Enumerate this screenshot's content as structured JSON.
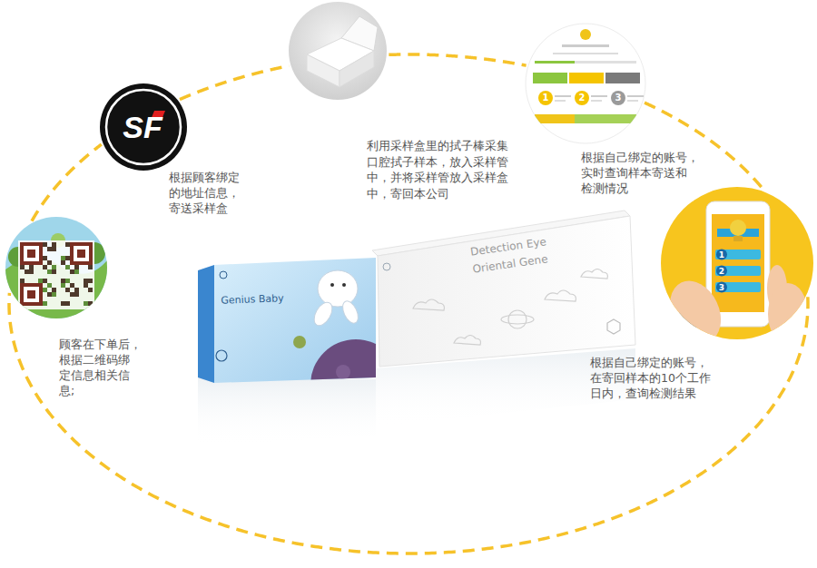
{
  "diagram": {
    "nodes": [
      {
        "text": [
          "顾客在下单后， 根据二维码绑 定信息相关信 息;"
        ]
      },
      {
        "text": [
          "根据顾客绑定 的地址信息， 寄送采样盒"
        ]
      },
      {
        "text": [
          "利用采样盒里的拭子棒采集 口腔拭子样本，放入采样管 中，并将采样管放入采样盒 中，寄回本公司"
        ]
      },
      {
        "text": [
          "根据自己绑定的账号， 实时查询样本寄送和 检测情况"
        ]
      },
      {
        "text": [
          "根据自己绑定的账号， 在寄回样本的10个工作 日内，查询检测结果"
        ]
      }
    ],
    "edges": [
      {
        "from": 0,
        "to": 1,
        "arrow": "none"
      },
      {
        "from": 1,
        "to": 2,
        "arrow": "none"
      },
      {
        "from": 2,
        "to": 3,
        "arrow": "none"
      },
      {
        "from": 3,
        "to": 4,
        "arrow": "none"
      },
      {
        "from": 4,
        "to": 0,
        "arrow": "none"
      }
    ],
    "labels": [
      "Genius Baby",
      "Detection Eye",
      "Oriental Gene",
      "SF",
      "1",
      "2",
      "3",
      "1",
      "2",
      "3"
    ]
  }
}
